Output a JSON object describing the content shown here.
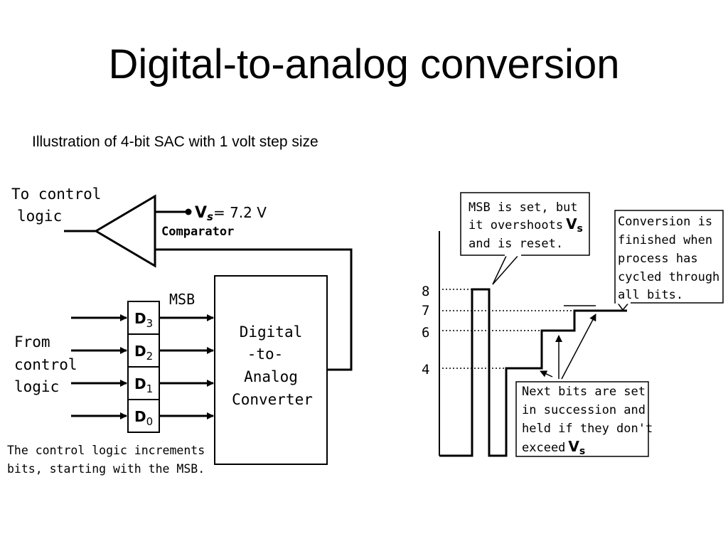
{
  "title": "Digital-to-analog conversion",
  "subtitle": "Illustration of 4-bit SAC with 1 volt step size",
  "circuit": {
    "to_control_line1": "To control",
    "to_control_line2": "logic",
    "vs_symbol": "V",
    "vs_subscript": "s",
    "vs_value": "= 7.2 V",
    "comparator_label": "Comparator",
    "msb_label": "MSB",
    "from_control_lines": [
      "From",
      "control",
      "logic"
    ],
    "bits": [
      {
        "letter": "D",
        "sub": "3"
      },
      {
        "letter": "D",
        "sub": "2"
      },
      {
        "letter": "D",
        "sub": "1"
      },
      {
        "letter": "D",
        "sub": "0"
      }
    ],
    "dac_lines": [
      "Digital",
      "-to-",
      "Analog",
      "Converter"
    ],
    "note_lines": [
      "The control logic increments",
      "bits, starting with the MSB."
    ]
  },
  "waveform": {
    "y_ticks": [
      "8",
      "7",
      "6",
      "4"
    ],
    "callout_msb": {
      "lines": [
        "MSB is set, but",
        "it overshoots",
        "and is reset."
      ],
      "vs_symbol": "V",
      "vs_subscript": "s"
    },
    "callout_finished": {
      "lines": [
        "Conversion is",
        "finished when",
        "process has",
        "cycled through",
        "all bits."
      ]
    },
    "callout_next": {
      "lines": [
        "Next bits are set",
        "in succession and",
        "held if they don't",
        "exceed"
      ],
      "vs_symbol": "V",
      "vs_subscript": "s"
    }
  }
}
